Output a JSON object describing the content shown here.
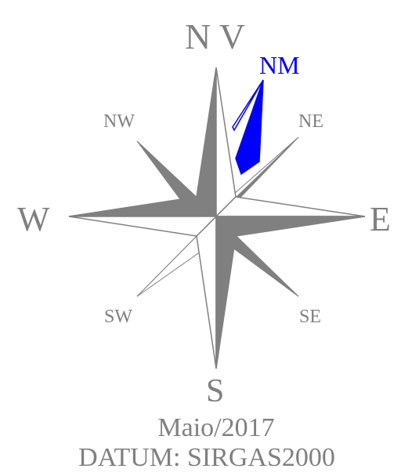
{
  "labels": {
    "north": "N V",
    "south": "S",
    "east": "E",
    "west": "W",
    "northeast": "NE",
    "northwest": "NW",
    "southeast": "SE",
    "southwest": "SW",
    "magnetic_north": "NM"
  },
  "footer": {
    "date": "Maio/2017",
    "datum": "DATUM: SIRGAS2000"
  },
  "colors": {
    "rose_dark": "#808080",
    "rose_light": "#ffffff",
    "outline": "#808080",
    "text": "#808080",
    "magnetic_north": "#0000ff"
  }
}
